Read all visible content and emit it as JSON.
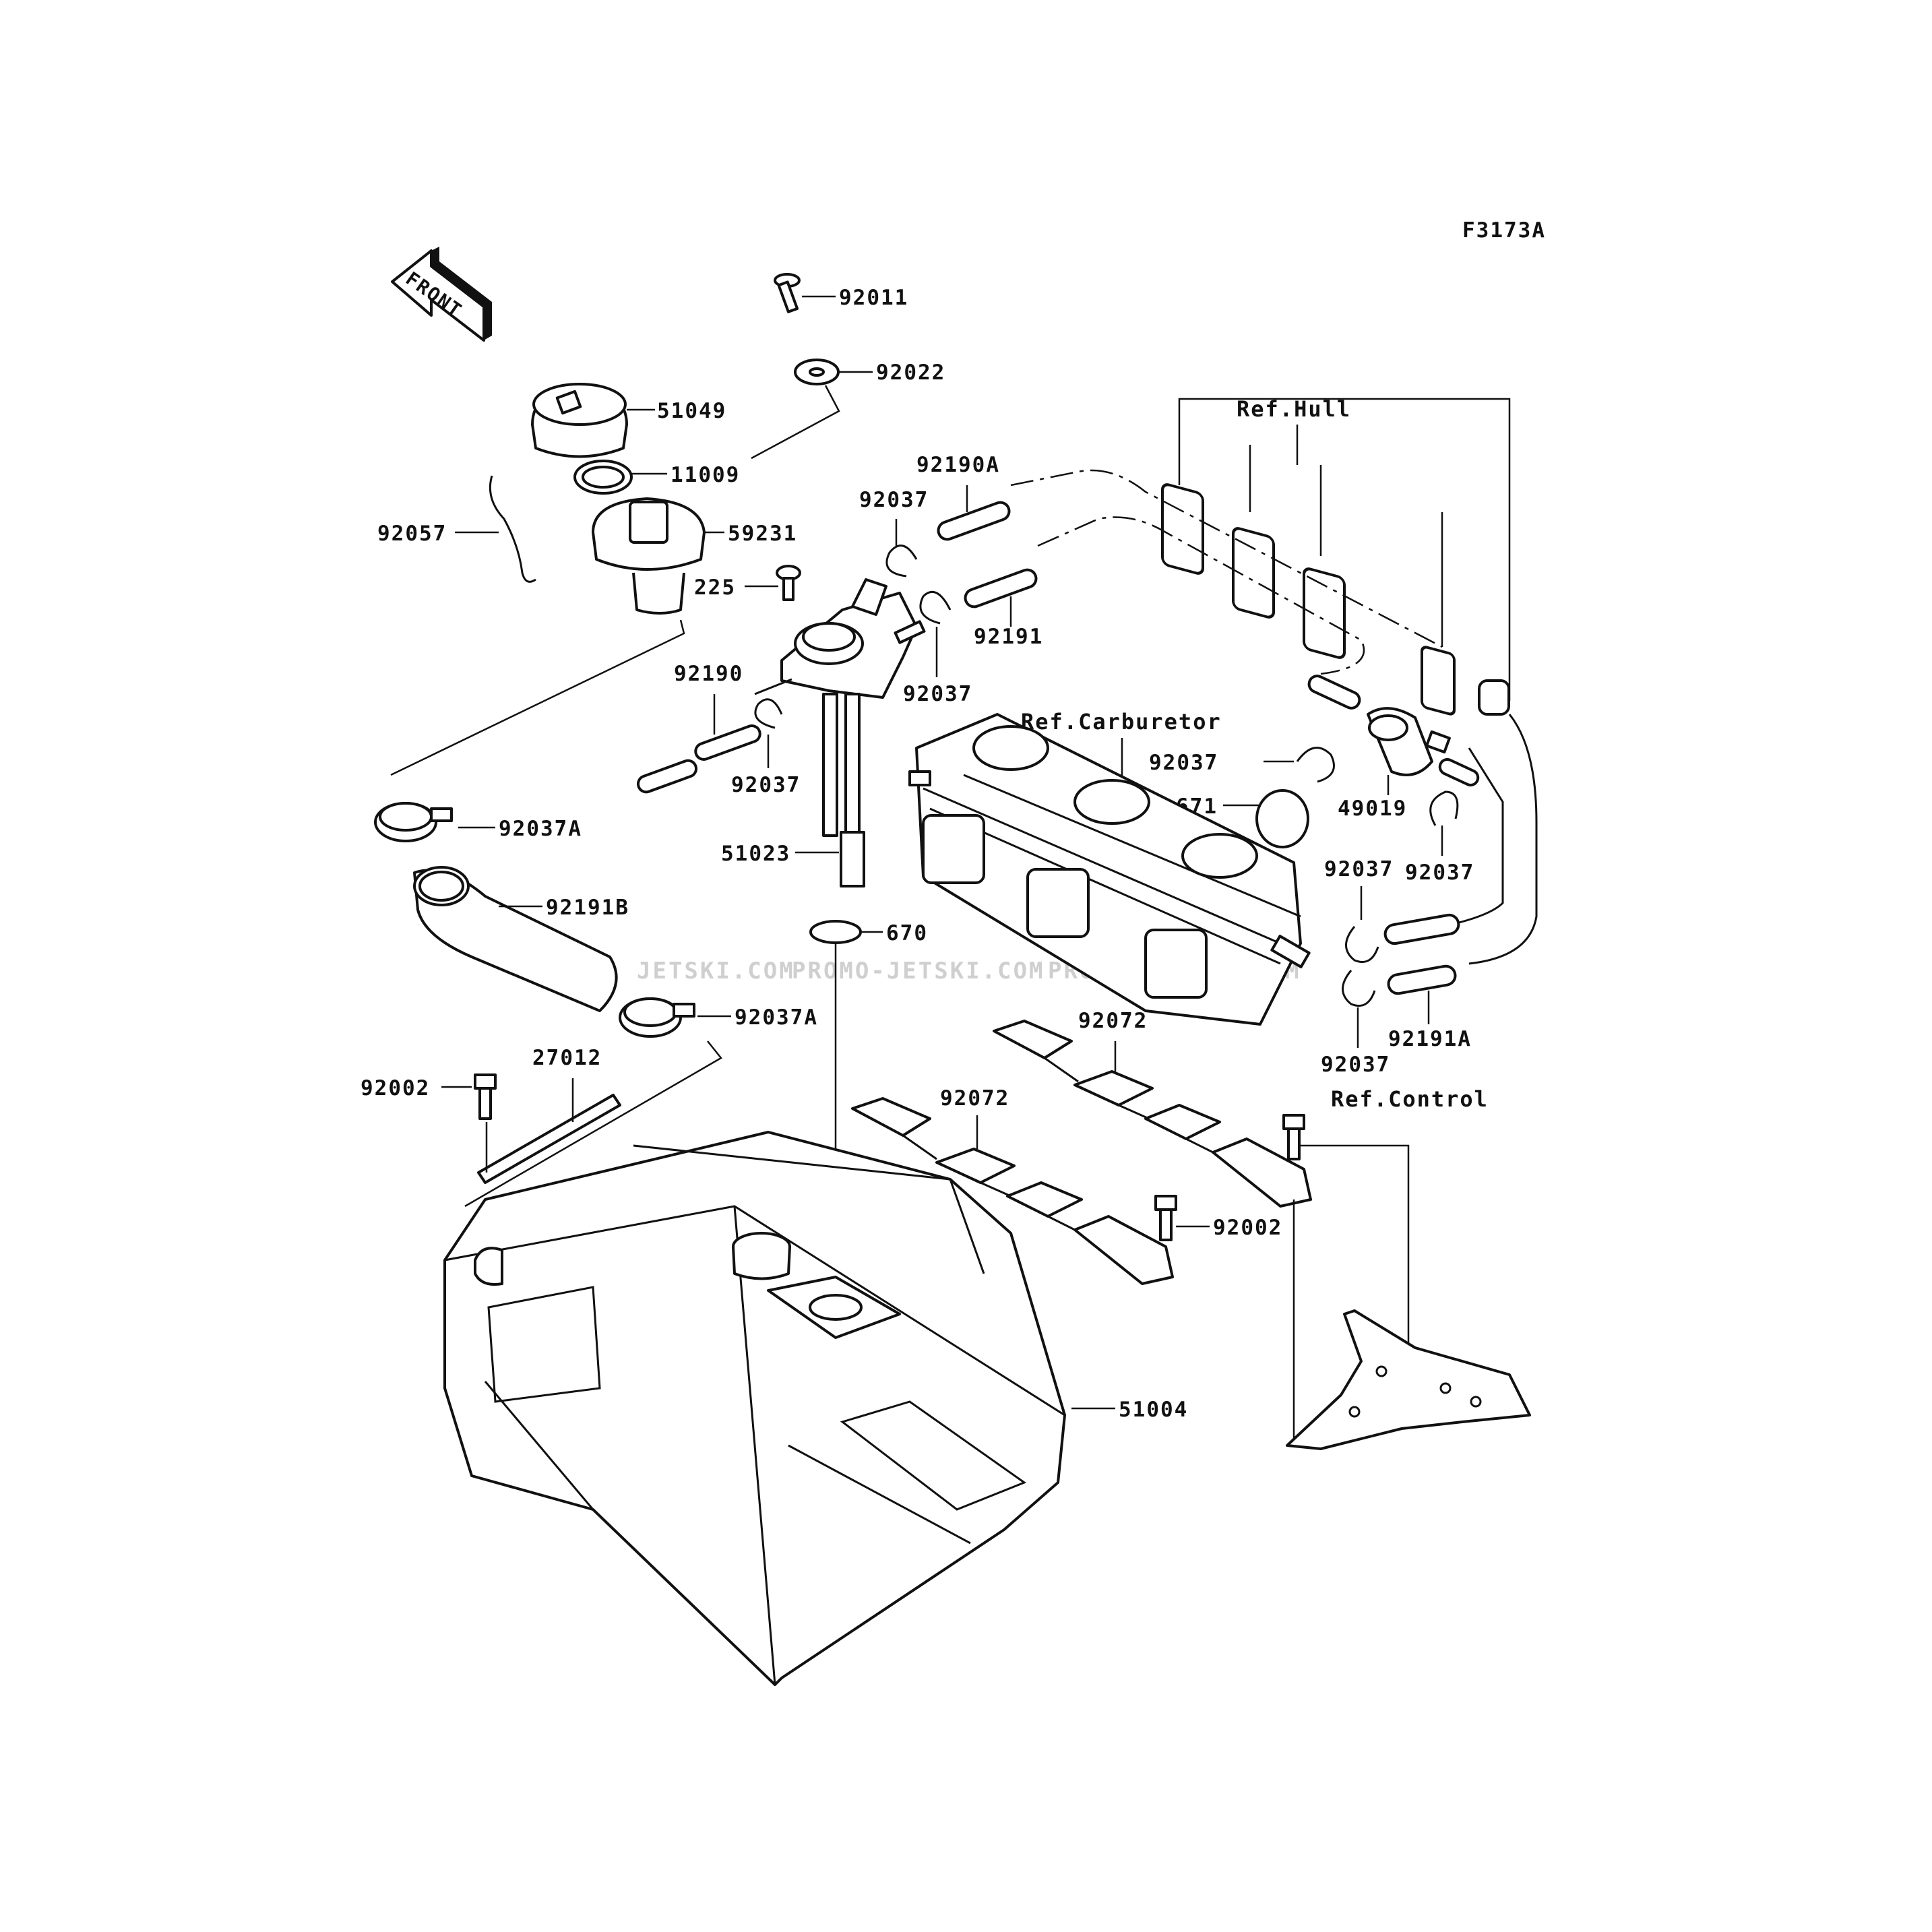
{
  "figure_code": "F3173A",
  "front_arrow_label": "FRONT",
  "watermarks": [
    "JETSKI.COM",
    "PROMO-JETSKI.COM",
    "PROMO-JETSKI.COM"
  ],
  "references": {
    "hull": "Ref.Hull",
    "carburetor": "Ref.Carburetor",
    "control": "Ref.Control"
  },
  "part_labels": {
    "p92011": "92011",
    "p92022": "92022",
    "p51049": "51049",
    "p11009": "11009",
    "p92057": "92057",
    "p59231": "59231",
    "p92190A": "92190A",
    "p92037_a": "92037",
    "p225": "225",
    "p92191": "92191",
    "p92037_b": "92037",
    "p92190": "92190",
    "p92037_c": "92037",
    "p92037_d": "92037",
    "p671": "671",
    "p49019": "49019",
    "p92037A_a": "92037A",
    "p51023": "51023",
    "p92037_e": "92037",
    "p92037_f": "92037",
    "p92191B": "92191B",
    "p670": "670",
    "p92037A_b": "92037A",
    "p92072_a": "92072",
    "p92191A": "92191A",
    "p92037_g": "92037",
    "p27012": "27012",
    "p92002_a": "92002",
    "p92072_b": "92072",
    "p92002_b": "92002",
    "p51004": "51004"
  }
}
